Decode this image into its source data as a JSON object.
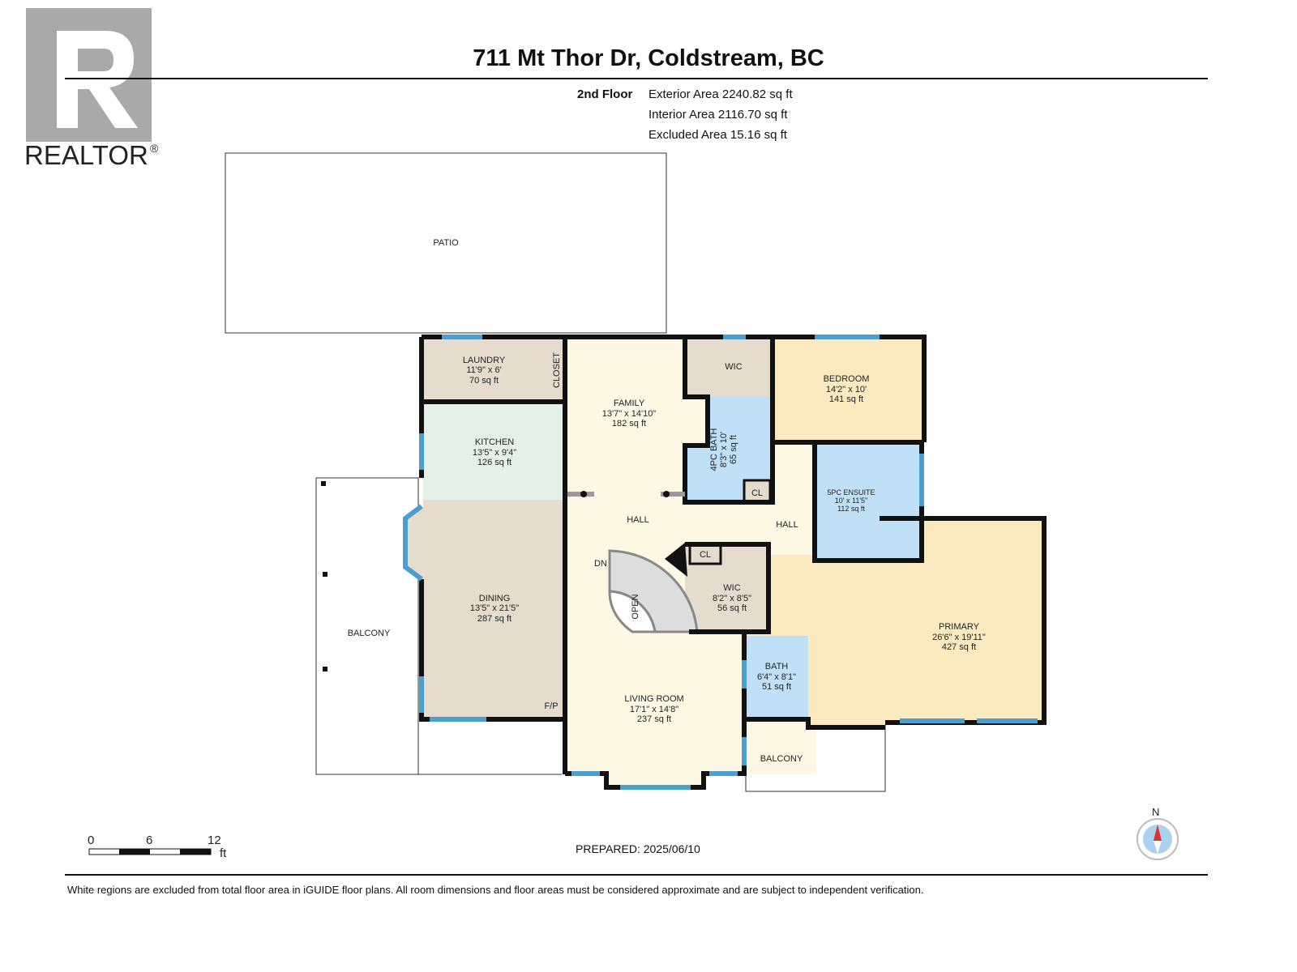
{
  "logo": {
    "text": "REALTOR",
    "mark": "®"
  },
  "title": "711 Mt Thor Dr, Coldstream, BC",
  "floor_label": "2nd Floor",
  "areas": {
    "exterior": "Exterior Area 2240.82 sq ft",
    "interior": "Interior Area 2116.70 sq ft",
    "excluded": "Excluded Area 15.16 sq ft"
  },
  "rooms": {
    "patio": {
      "name": "PATIO"
    },
    "laundry": {
      "name": "LAUNDRY",
      "dims": "11'9\" x 6'",
      "area": "70 sq ft"
    },
    "closet": {
      "name": "CLOSET"
    },
    "kitchen": {
      "name": "KITCHEN",
      "dims": "13'5\" x 9'4\"",
      "area": "126 sq ft"
    },
    "family": {
      "name": "FAMILY",
      "dims": "13'7\" x 14'10\"",
      "area": "182 sq ft"
    },
    "wic_top": {
      "name": "WIC"
    },
    "bedroom": {
      "name": "BEDROOM",
      "dims": "14'2\" x 10'",
      "area": "141 sq ft"
    },
    "bath4": {
      "name": "4PC BATH",
      "dims": "8'3\" x 10'",
      "area": "65 sq ft"
    },
    "cl1": {
      "name": "CL"
    },
    "hall1": {
      "name": "HALL"
    },
    "hall2": {
      "name": "HALL"
    },
    "ensuite": {
      "name": "5PC ENSUITE",
      "dims": "10' x 11'5\"",
      "area": "112 sq ft"
    },
    "dining": {
      "name": "DINING",
      "dims": "13'5\" x 21'5\"",
      "area": "287 sq ft"
    },
    "balcony_left": {
      "name": "BALCONY"
    },
    "dn": {
      "name": "DN"
    },
    "open": {
      "name": "OPEN"
    },
    "cl2": {
      "name": "CL"
    },
    "wic": {
      "name": "WIC",
      "dims": "8'2\" x 8'5\"",
      "area": "56 sq ft"
    },
    "primary": {
      "name": "PRIMARY",
      "dims": "26'6\" x 19'11\"",
      "area": "427 sq ft"
    },
    "bath": {
      "name": "BATH",
      "dims": "6'4\" x 8'1\"",
      "area": "51 sq ft"
    },
    "fp": {
      "name": "F/P"
    },
    "living": {
      "name": "LIVING ROOM",
      "dims": "17'1\" x 14'8\"",
      "area": "237 sq ft"
    },
    "balcony_right": {
      "name": "BALCONY"
    }
  },
  "scale": {
    "ticks": [
      "0",
      "6",
      "12"
    ],
    "unit": "ft"
  },
  "compass": {
    "label": "N"
  },
  "prepared": "PREPARED: 2025/06/10",
  "disclaimer": "White regions are excluded from total floor area in iGUIDE floor plans. All room dimensions and floor areas must be considered approximate and are subject to independent verification.",
  "colors": {
    "wall": "#111111",
    "window": "#4a9fd0",
    "tan": "#e6dccd",
    "kitchen": "#e3f1e8",
    "hall": "#fdf8e3",
    "bedroom": "#fbe9bf",
    "bath": "#bfe0f7"
  }
}
